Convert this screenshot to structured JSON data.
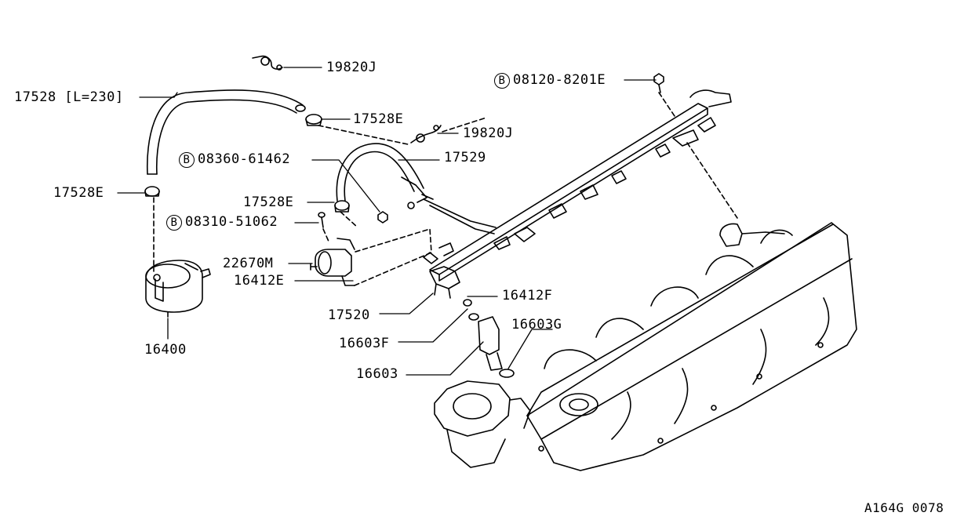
{
  "figure_code": "A164G 0078",
  "bolt_marker": "B",
  "labels": {
    "clamp_top": "19820J",
    "hose_main": "17528 [L=230]",
    "clamp_17528E_top": "17528E",
    "clamp_right": "19820J",
    "bolt_08360": "08360-61462",
    "hose_17529": "17529",
    "clamp_17528E_left": "17528E",
    "clamp_17528E_mid": "17528E",
    "bolt_08310": "08310-51062",
    "regulator": "22670M",
    "seal_16412E": "16412E",
    "filter": "16400",
    "tube_17520": "17520",
    "seal_16412F": "16412F",
    "insulator_16603F": "16603F",
    "injector_16603": "16603",
    "seal_16603G": "16603G",
    "bolt_08120": "08120-8201E"
  }
}
